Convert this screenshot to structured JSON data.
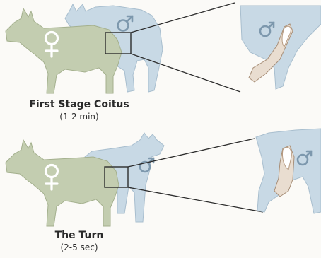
{
  "stages": [
    {
      "title": "First Stage Coitus",
      "duration": "(1-2 min)"
    },
    {
      "title": "The Turn",
      "duration": "(2-5 sec)"
    }
  ],
  "colors": {
    "female_dog": "#c3cdb0",
    "male_dog": "#c8d9e5",
    "female_symbol": "#ffffff",
    "male_symbol": "#7d98ad",
    "penis": "#e9ddd0",
    "background": "#fbfaf7"
  },
  "icons": [
    "female-symbol-icon",
    "male-symbol-icon"
  ]
}
